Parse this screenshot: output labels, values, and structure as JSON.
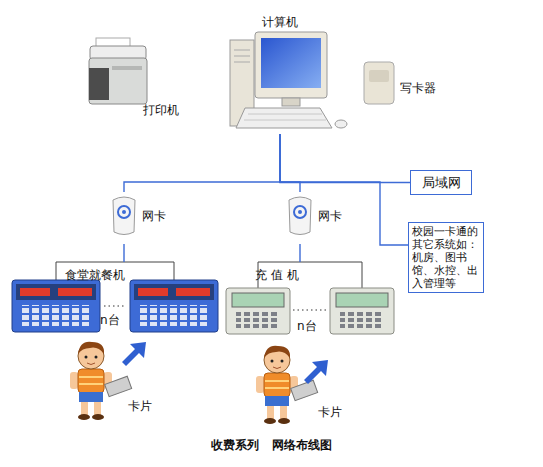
{
  "diagram": {
    "caption": "收费系列   网络布线图",
    "nodes": [
      {
        "text": [
          "计算机"
        ]
      },
      {
        "text": [
          "打印机"
        ]
      },
      {
        "text": [
          "写卡器"
        ]
      },
      {
        "text": [
          "局域网"
        ]
      },
      {
        "text": [
          "网卡"
        ]
      },
      {
        "text": [
          "网卡"
        ]
      },
      {
        "text": [
          "校园一卡通的其它系统如：机房、图书馆、水控、出入管理等"
        ]
      },
      {
        "text": [
          "食堂就餐机",
          "n台"
        ]
      },
      {
        "text": [
          "充 值 机",
          "n台"
        ]
      }
    ],
    "edges": [
      {
        "from": 0,
        "to": 3,
        "arrow": "none"
      },
      {
        "from": 0,
        "to": 4,
        "arrow": "none"
      },
      {
        "from": 0,
        "to": 5,
        "arrow": "none"
      },
      {
        "from": 0,
        "to": 6,
        "arrow": "none"
      },
      {
        "from": 4,
        "to": 7,
        "arrow": "none"
      },
      {
        "from": 5,
        "to": 8,
        "arrow": "none"
      }
    ],
    "labels": [
      "卡片",
      "卡片"
    ]
  }
}
